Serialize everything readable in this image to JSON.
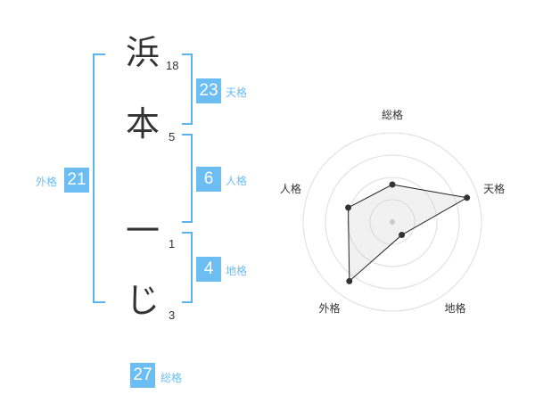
{
  "name": {
    "chars": [
      {
        "char": "浜",
        "strokes": "18"
      },
      {
        "char": "本",
        "strokes": "5"
      },
      {
        "char": "一",
        "strokes": "1"
      },
      {
        "char": "じ",
        "strokes": "3"
      }
    ]
  },
  "fortunes": {
    "tenkaku": {
      "value": "23",
      "label": "天格"
    },
    "jinkaku": {
      "value": "6",
      "label": "人格"
    },
    "chikaku": {
      "value": "4",
      "label": "地格"
    },
    "gaikaku": {
      "value": "21",
      "label": "外格"
    },
    "soukaku": {
      "value": "27",
      "label": "総格"
    }
  },
  "colors": {
    "accent": "#6bbdf2",
    "bracket": "#5ab4ef",
    "text": "#333333"
  },
  "chart_data": {
    "type": "radar",
    "axes": [
      "総格",
      "天格",
      "地格",
      "外格",
      "人格"
    ],
    "values": [
      0.42,
      0.88,
      0.18,
      0.82,
      0.52
    ],
    "rings": 4,
    "max": 1
  }
}
